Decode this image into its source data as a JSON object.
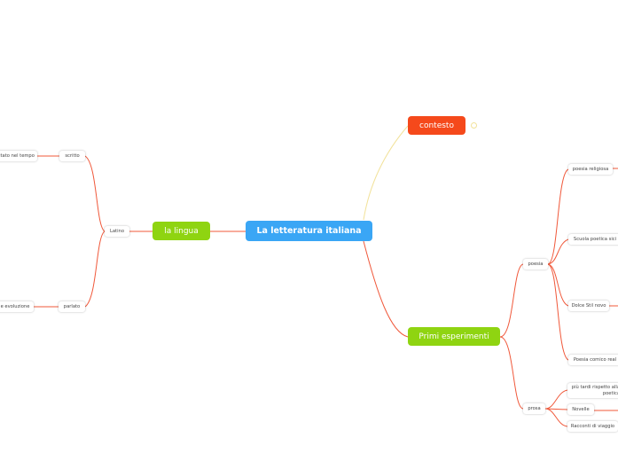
{
  "map": {
    "root": "La letteratura italiana",
    "branches": {
      "contesto": "contesto",
      "lingua": "la lingua",
      "primi": "Primi esperimenti"
    },
    "lingua": {
      "latino": "Latino",
      "scritto": "scritto",
      "scritto_child": "itato nel tempo",
      "parlato": "parlato",
      "parlato_child": "e evoluzione"
    },
    "primi": {
      "poesia": "poesia",
      "poesia_items": [
        "poesia religiosa",
        "Scuola poetica sici",
        "Dolce Stil novo",
        "Poesia comico real"
      ],
      "prosa": "prosa",
      "prosa_items": [
        "più tardi rispetto alla poetica",
        "Novelle",
        "Racconti di viaggio"
      ]
    }
  },
  "colors": {
    "root": "#3aa6f5",
    "contesto": "#f5491b",
    "green": "#8fd411",
    "line_red": "#f0583a",
    "line_yellow": "#f2e29a"
  }
}
